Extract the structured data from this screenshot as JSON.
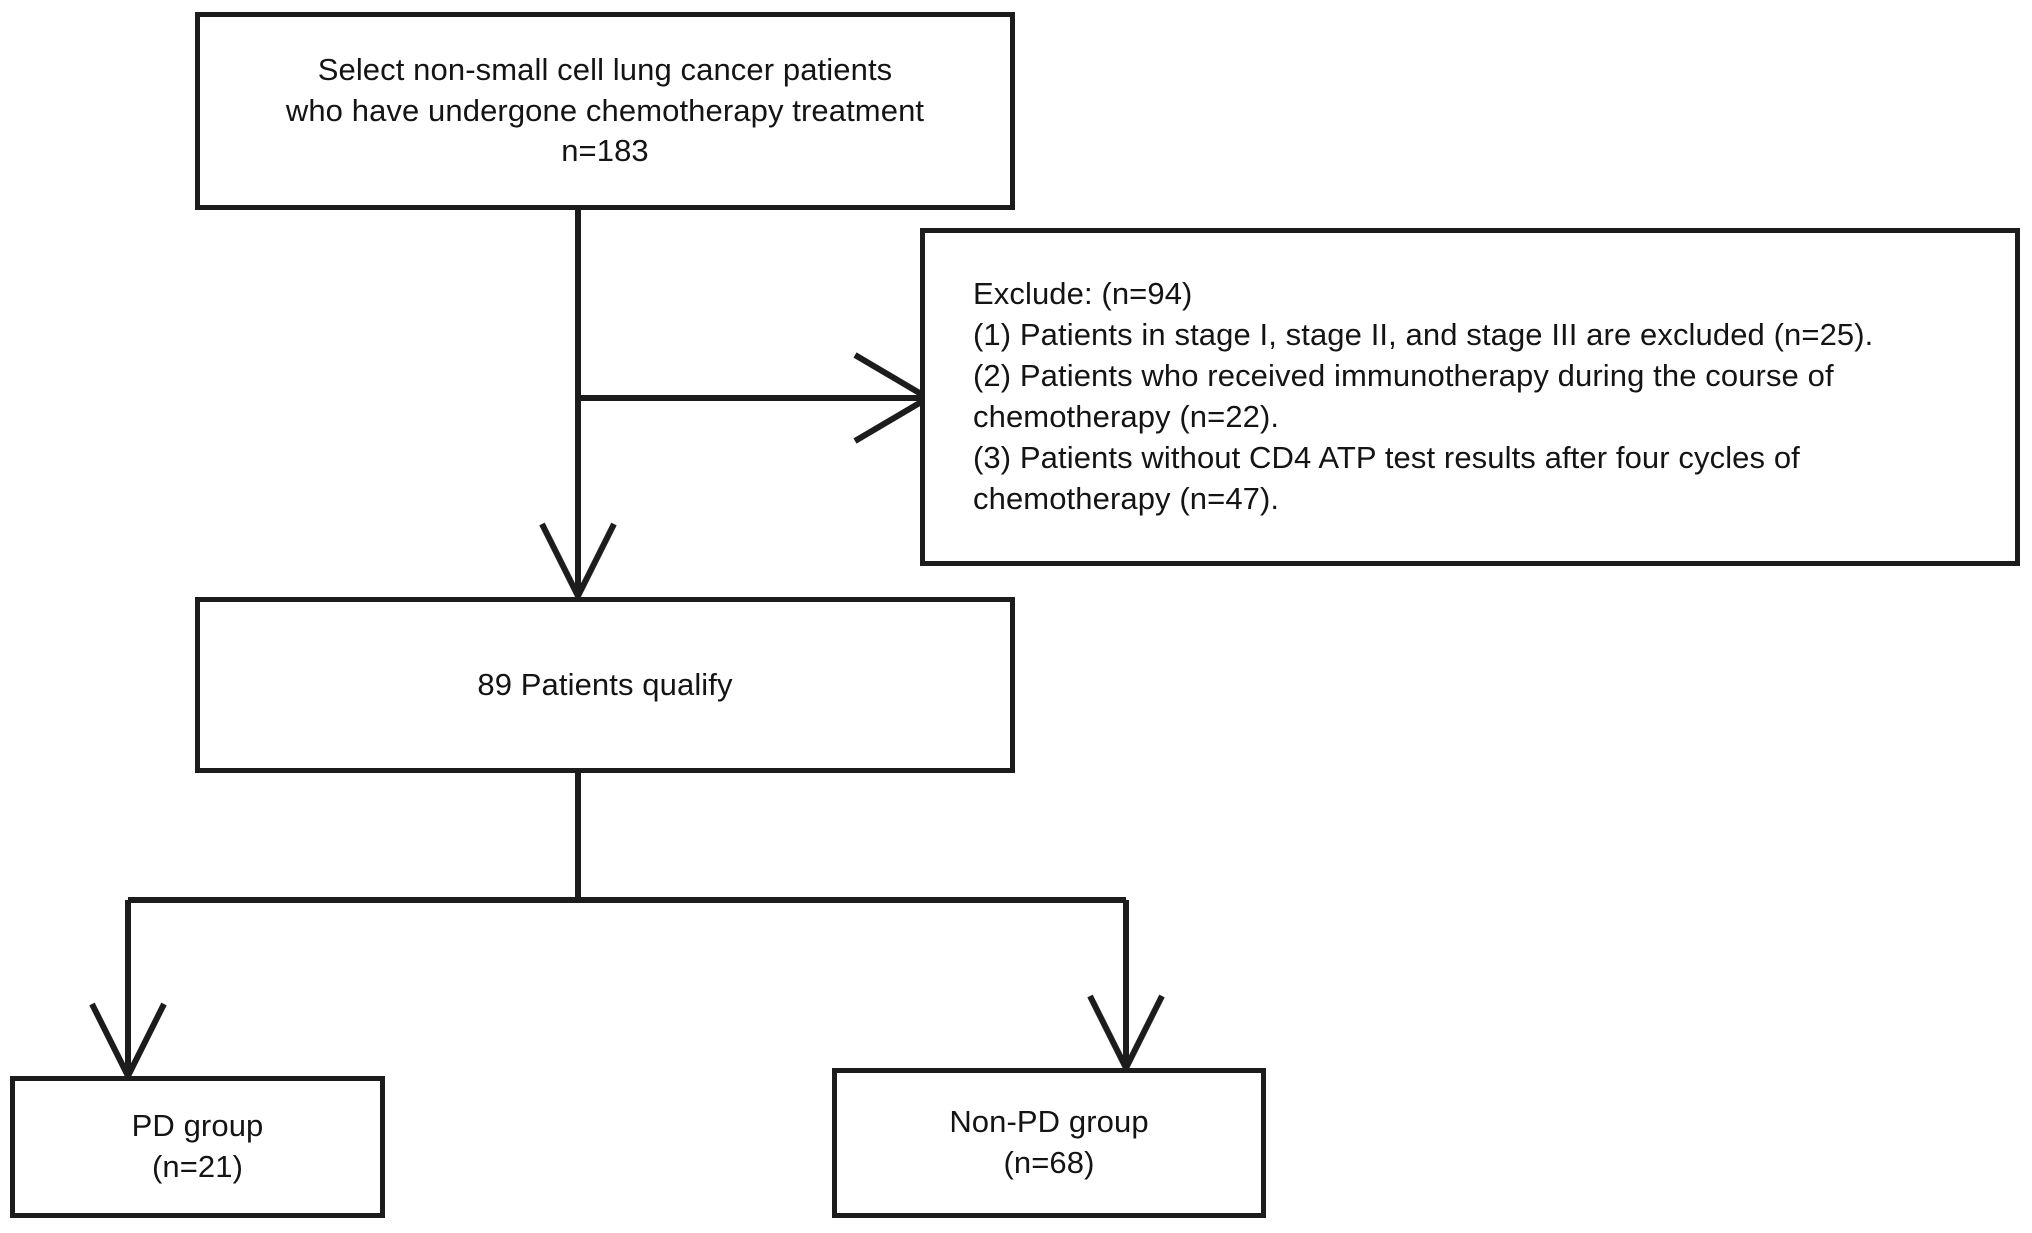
{
  "figure": {
    "type": "flowchart",
    "title": "Patient selection flow diagram",
    "orientation": "top-to-bottom",
    "background_color": "#ffffff",
    "line_color": "#1c1c1c",
    "text_color": "#141414"
  },
  "nodes": {
    "enrolled": {
      "id": "enrolled",
      "text": "Select non-small cell lung cancer patients\nwho have undergone chemotherapy treatment\nn=183",
      "lines": [
        "Select non-small cell lung cancer patients",
        "who have undergone chemotherapy treatment",
        "n=183"
      ],
      "count": 183,
      "align": "center"
    },
    "exclusions": {
      "id": "exclusions",
      "text": "Exclude: (n=94)\n(1) Patients in stage I, stage II, and stage III are excluded (n=25).\n(2) Patients who received immunotherapy during the course of\nchemotherapy (n=22).\n(3) Patients without CD4 ATP test results after four cycles of\nchemotherapy (n=47).",
      "lines": [
        "Exclude: (n=94)",
        "(1) Patients in stage I, stage II, and stage III are excluded (n=25).",
        "(2) Patients who received immunotherapy during the course of",
        "chemotherapy (n=22).",
        "(3) Patients without CD4 ATP test results after four cycles of",
        "chemotherapy (n=47)."
      ],
      "count": 94,
      "reasons": [
        {
          "number": "(1)",
          "label": "Patients in stage I, stage II, and stage III are excluded",
          "count": 25
        },
        {
          "number": "(2)",
          "label": "Patients who received immunotherapy during the course of chemotherapy",
          "count": 22
        },
        {
          "number": "(3)",
          "label": "Patients without CD4 ATP test results after four cycles of chemotherapy",
          "count": 47
        }
      ],
      "align": "left"
    },
    "qualified": {
      "id": "qualified",
      "text": "89 Patients qualify",
      "lines": [
        "89 Patients qualify"
      ],
      "count": 89,
      "align": "center"
    },
    "pd_group": {
      "id": "pd_group",
      "text": "PD group\n(n=21)",
      "lines": [
        "PD group",
        "(n=21)"
      ],
      "label": "PD group",
      "count": 21,
      "align": "center"
    },
    "nonpd_group": {
      "id": "nonpd_group",
      "text": "Non-PD group\n(n=68)",
      "lines": [
        "Non-PD group",
        "(n=68)"
      ],
      "label": "Non-PD group",
      "count": 68,
      "align": "center"
    }
  },
  "edges": [
    {
      "id": "enrolled-to-qualified",
      "from": "enrolled",
      "to": "qualified",
      "arrowhead": "open-v"
    },
    {
      "id": "enrolled-to-exclusions",
      "from": "enrolled",
      "to": "exclusions",
      "arrowhead": "open-v"
    },
    {
      "id": "qualified-to-pd",
      "from": "qualified",
      "to": "pd_group",
      "arrowhead": "open-v"
    },
    {
      "id": "qualified-to-nonpd",
      "from": "qualified",
      "to": "nonpd_group",
      "arrowhead": "open-v"
    }
  ]
}
